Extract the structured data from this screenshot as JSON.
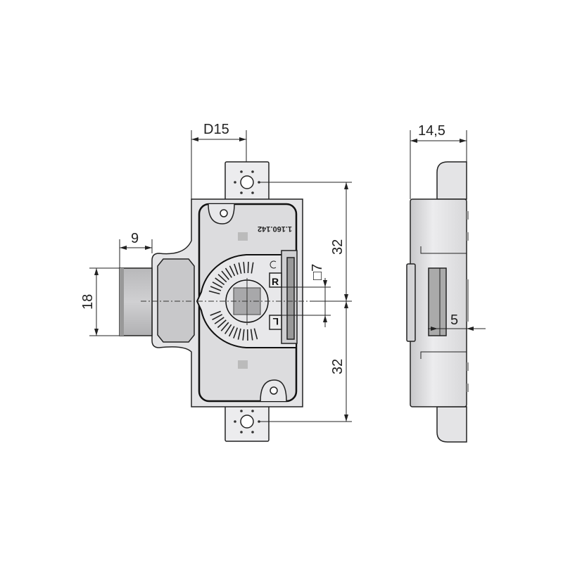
{
  "dimensions": {
    "d15": "D15",
    "nine": "9",
    "eighteen": "18",
    "thirty_two_top": "32",
    "thirty_two_bottom": "32",
    "square7": "□7",
    "fourteen_five": "14,5",
    "five": "5"
  },
  "markings": {
    "part_number": "1.160.142",
    "right": "R",
    "left": "L"
  },
  "colors": {
    "body": "#e4e4e6",
    "shade": "#c4c4c6",
    "line": "#222222"
  }
}
